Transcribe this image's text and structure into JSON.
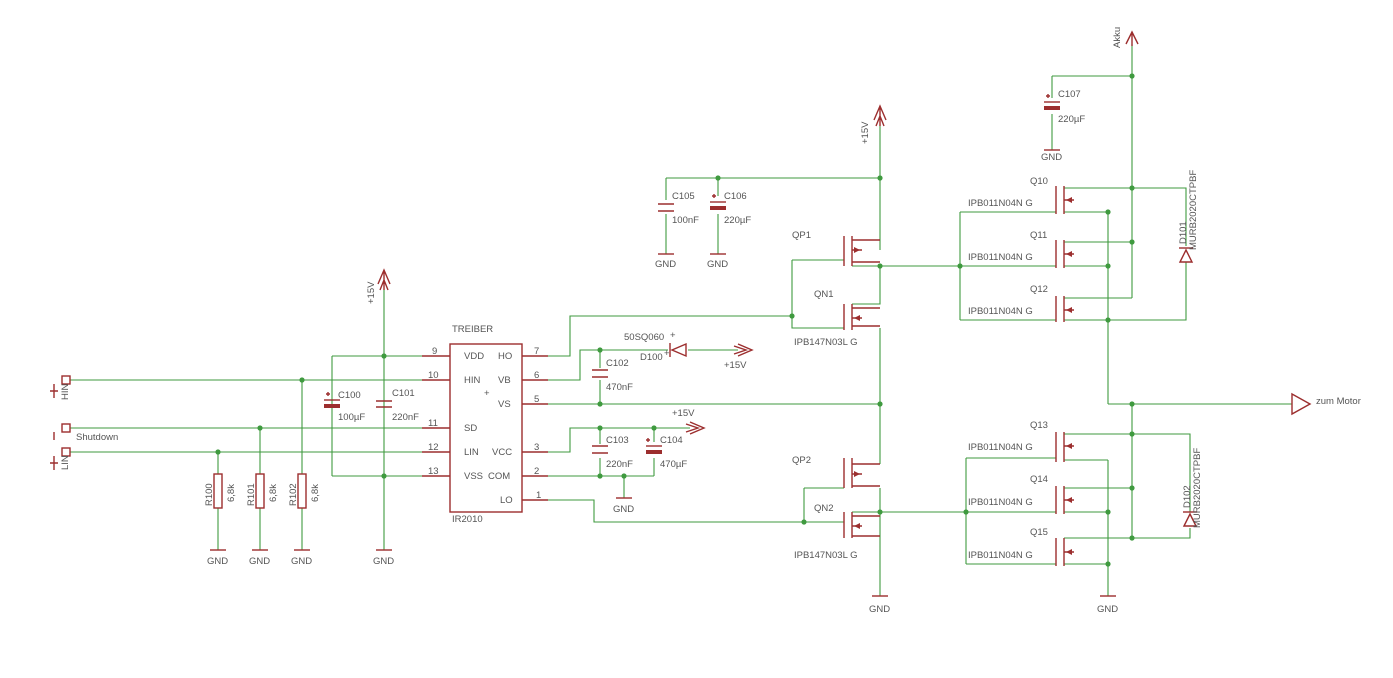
{
  "ic": {
    "ref": "TREIBER",
    "value": "IR2010",
    "pins_left": [
      {
        "num": "9",
        "name": "VDD"
      },
      {
        "num": "10",
        "name": "HIN"
      },
      {
        "num": "11",
        "name": "SD"
      },
      {
        "num": "12",
        "name": "LIN"
      },
      {
        "num": "13",
        "name": "VSS"
      }
    ],
    "pins_right": [
      {
        "num": "7",
        "name": "HO"
      },
      {
        "num": "6",
        "name": "VB"
      },
      {
        "num": "5",
        "name": "VS"
      },
      {
        "num": "3",
        "name": "VCC"
      },
      {
        "num": "2",
        "name": "COM"
      },
      {
        "num": "1",
        "name": "LO"
      }
    ],
    "plus": "+"
  },
  "inputs": {
    "hin": "HIN",
    "shutdown": "Shutdown",
    "lin": "LIN"
  },
  "resistors": [
    {
      "ref": "R100",
      "value": "6,8k"
    },
    {
      "ref": "R101",
      "value": "6,8k"
    },
    {
      "ref": "R102",
      "value": "6,8k"
    }
  ],
  "caps": {
    "c100": {
      "ref": "C100",
      "value": "100µF"
    },
    "c101": {
      "ref": "C101",
      "value": "220nF"
    },
    "c102": {
      "ref": "C102",
      "value": "470nF"
    },
    "c103": {
      "ref": "C103",
      "value": "220nF"
    },
    "c104": {
      "ref": "C104",
      "value": "470µF"
    },
    "c105": {
      "ref": "C105",
      "value": "100nF"
    },
    "c106": {
      "ref": "C106",
      "value": "220µF"
    },
    "c107": {
      "ref": "C107",
      "value": "220µF"
    }
  },
  "diodes": {
    "d100": {
      "ref": "D100",
      "value": "50SQ060"
    },
    "d101": {
      "ref": "D101",
      "value": "MURB2020CTPBF"
    },
    "d102": {
      "ref": "D102",
      "value": "MURB2020CTPBF"
    }
  },
  "drivers": {
    "qp1": {
      "ref": "QP1"
    },
    "qn1": {
      "ref": "QN1",
      "value": "IPB147N03L G"
    },
    "qp2": {
      "ref": "QP2"
    },
    "qn2": {
      "ref": "QN2",
      "value": "IPB147N03L G"
    }
  },
  "mosfets": [
    {
      "ref": "Q10",
      "value": "IPB011N04N G"
    },
    {
      "ref": "Q11",
      "value": "IPB011N04N G"
    },
    {
      "ref": "Q12",
      "value": "IPB011N04N G"
    },
    {
      "ref": "Q13",
      "value": "IPB011N04N G"
    },
    {
      "ref": "Q14",
      "value": "IPB011N04N G"
    },
    {
      "ref": "Q15",
      "value": "IPB011N04N G"
    }
  ],
  "nets": {
    "v15": "+15V",
    "gnd": "GND",
    "akku": "Akku",
    "motor": "zum Motor"
  },
  "colors": {
    "wire": "#3f9a3f",
    "part": "#9c2e2e",
    "text": "#555555",
    "background": "#ffffff"
  }
}
